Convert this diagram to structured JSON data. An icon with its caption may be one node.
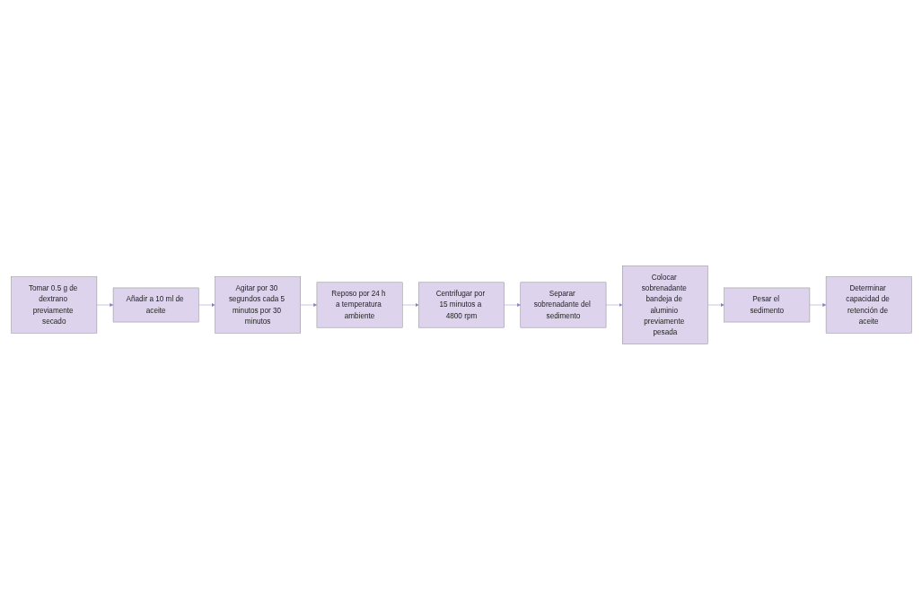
{
  "diagram": {
    "nodes": [
      {
        "text": [
          "Tomar 0.5 g de dextrano previamente secado"
        ]
      },
      {
        "text": [
          "Añadir a 10 ml de aceite"
        ]
      },
      {
        "text": [
          "Agitar por 30 segundos cada 5 minutos por 30 minutos"
        ]
      },
      {
        "text": [
          "Reposo por 24 h a temperatura ambiente"
        ]
      },
      {
        "text": [
          "Centrifugar por 15 minutos a 4800 rpm"
        ]
      },
      {
        "text": [
          "Separar sobrenadante del sedimento"
        ]
      },
      {
        "text": [
          "Colocar sobrenadante bandeja de aluminio previamente pesada"
        ]
      },
      {
        "text": [
          "Pesar el sedimento"
        ]
      },
      {
        "text": [
          "Determinar capacidad de retención de aceite"
        ]
      }
    ],
    "edges": [
      {
        "from": 0,
        "to": 1,
        "arrow": "to"
      },
      {
        "from": 1,
        "to": 2,
        "arrow": "to"
      },
      {
        "from": 2,
        "to": 3,
        "arrow": "to"
      },
      {
        "from": 3,
        "to": 4,
        "arrow": "to"
      },
      {
        "from": 4,
        "to": 5,
        "arrow": "to"
      },
      {
        "from": 5,
        "to": 6,
        "arrow": "to"
      },
      {
        "from": 6,
        "to": 7,
        "arrow": "to"
      },
      {
        "from": 7,
        "to": 8,
        "arrow": "to"
      }
    ]
  }
}
